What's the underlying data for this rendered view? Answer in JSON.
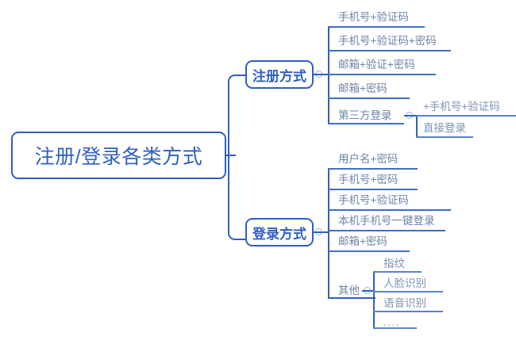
{
  "diagram": {
    "title": "注册/登录各类方式",
    "type": "mindmap",
    "accent_color": "#2f5fc0",
    "leaf_text_color": "#6d84a8",
    "background": "#ffffff",
    "root": {
      "label": "注册/登录各类方式",
      "branches": [
        {
          "label": "注册方式",
          "collapse_toggle": "collapse-circle-icon",
          "children": [
            {
              "label": "手机号+验证码"
            },
            {
              "label": "手机号+验证码+密码"
            },
            {
              "label": "邮箱+验证+密码"
            },
            {
              "label": "邮箱+密码"
            },
            {
              "label": "第三方登录",
              "collapse_toggle": "collapse-circle-icon",
              "children": [
                {
                  "label": "+手机号+验证码"
                },
                {
                  "label": "直接登录"
                }
              ]
            }
          ]
        },
        {
          "label": "登录方式",
          "collapse_toggle": "collapse-circle-icon",
          "children": [
            {
              "label": "用户名+密码"
            },
            {
              "label": "手机号+密码"
            },
            {
              "label": "手机号+验证码"
            },
            {
              "label": "本机手机号一键登录"
            },
            {
              "label": "邮箱+密码"
            },
            {
              "label": "其他",
              "collapse_toggle": "collapse-circle-icon",
              "children": [
                {
                  "label": "指纹"
                },
                {
                  "label": "人脸识别"
                },
                {
                  "label": "语音识别"
                },
                {
                  "label": "...."
                }
              ]
            }
          ]
        }
      ]
    }
  }
}
